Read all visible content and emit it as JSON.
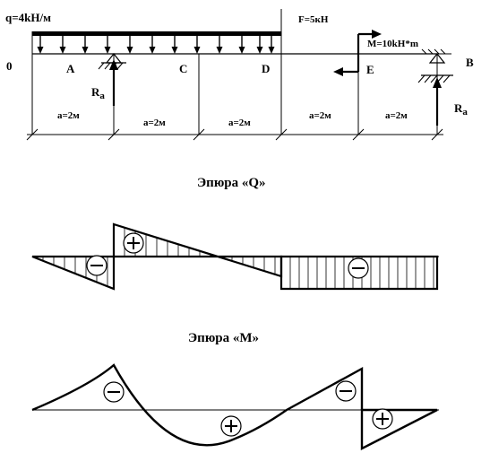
{
  "loads": {
    "q_label": "q=4kH/м",
    "force_label": "F=5кН",
    "moment_label": "M=10kH*m"
  },
  "points": {
    "o": "0",
    "a": "A",
    "c": "C",
    "d": "D",
    "e": "E",
    "b": "B"
  },
  "reactions": {
    "ra_main": "R",
    "ra_sub": "a",
    "rb_main": "R",
    "rb_sub": "a"
  },
  "spans": [
    "a=2м",
    "a=2м",
    "a=2м",
    "a=2м",
    "a=2м"
  ],
  "diagrams": {
    "q_title": "Эпюра «Q»",
    "m_title": "Эпюра «М»"
  },
  "signs": {
    "minus": "−",
    "plus": "+"
  },
  "colors": {
    "ink": "#000000",
    "background": "#ffffff"
  }
}
